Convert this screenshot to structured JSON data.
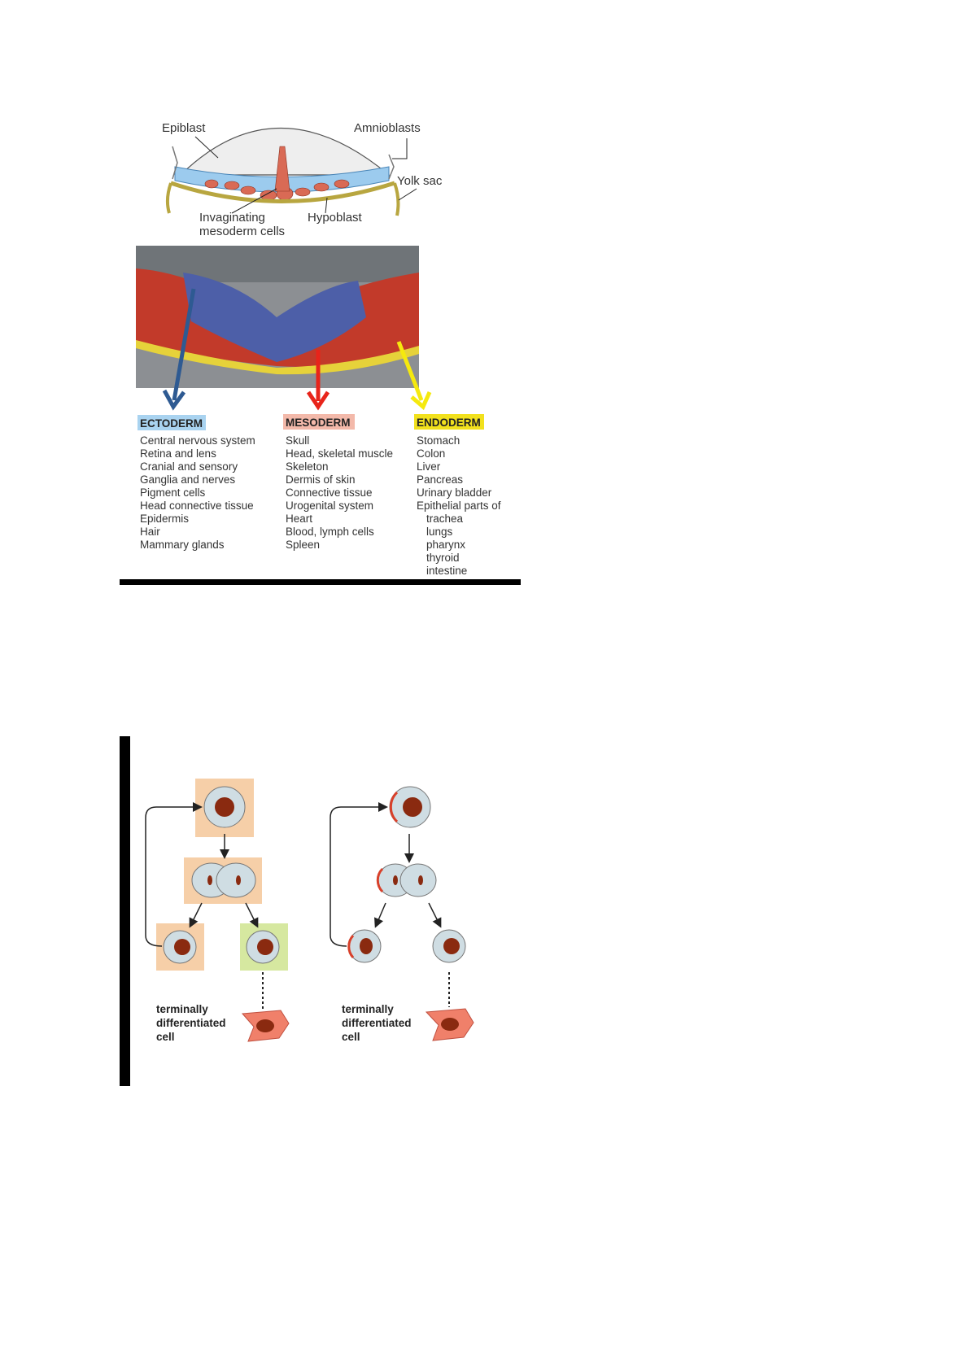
{
  "figure1": {
    "labels": {
      "epiblast": "Epiblast",
      "amnioblasts": "Amnioblasts",
      "yolk_sac": "Yolk sac",
      "invaginating_1": "Invaginating",
      "invaginating_2": "mesoderm cells",
      "hypoblast": "Hypoblast"
    },
    "germ_layers": [
      {
        "name": "ECTODERM",
        "color": "#a9d3f0",
        "arrow_color": "#2e5a92",
        "items": [
          "Central nervous system",
          "Retina and lens",
          "Cranial and sensory",
          "Ganglia and nerves",
          "Pigment cells",
          "Head connective tissue",
          "Epidermis",
          "Hair",
          "Mammary glands"
        ]
      },
      {
        "name": "MESODERM",
        "color": "#f3b9aa",
        "arrow_color": "#e8241a",
        "items": [
          "Skull",
          "Head, skeletal muscle",
          "Skeleton",
          "Dermis of skin",
          "Connective tissue",
          "Urogenital system",
          "Heart",
          "Blood, lymph cells",
          "Spleen"
        ]
      },
      {
        "name": "ENDODERM",
        "color": "#f2e11d",
        "arrow_color": "#f5e90e",
        "items": [
          "Stomach",
          "Colon",
          "Liver",
          "Pancreas",
          "Urinary bladder",
          "Epithelial parts of",
          "trachea",
          "lungs",
          "pharynx",
          "thyroid",
          "intestine"
        ]
      }
    ]
  },
  "figure2": {
    "left_label": [
      "terminally",
      "differentiated",
      "cell"
    ],
    "right_label": [
      "terminally",
      "differentiated",
      "cell"
    ],
    "colors": {
      "stem_box": "#f6cfa8",
      "diff_box": "#d6e8a0",
      "cytoplasm": "#cfdde3",
      "nucleus": "#8a2a10",
      "diff_cell": "#f0806a"
    }
  }
}
